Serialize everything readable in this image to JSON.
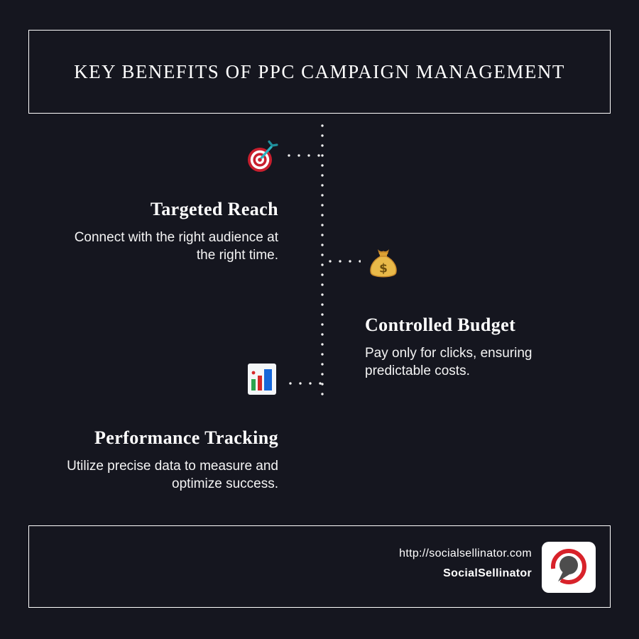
{
  "colors": {
    "background": "#15161F",
    "border": "#FFFFFF",
    "accent_red": "#C81F2E",
    "gold": "#E9B949",
    "teal": "#2BB3C0",
    "chart_blue": "#1667D9",
    "chart_green": "#2DA44E"
  },
  "header": {
    "title": "KEY BENEFITS OF PPC CAMPAIGN MANAGEMENT"
  },
  "benefits": [
    {
      "icon": "target-dart-icon",
      "title": "Targeted Reach",
      "description": "Connect with the right audience at\nthe right time."
    },
    {
      "icon": "money-bag-icon",
      "title": "Controlled Budget",
      "description": "Pay only for clicks, ensuring\npredictable costs."
    },
    {
      "icon": "bar-chart-icon",
      "title": "Performance Tracking",
      "description": "Utilize precise data to measure and\noptimize success."
    }
  ],
  "footer": {
    "url": "http://socialsellinator.com",
    "brand": "SocialSellinator",
    "logo": "socialsellinator-logo"
  }
}
